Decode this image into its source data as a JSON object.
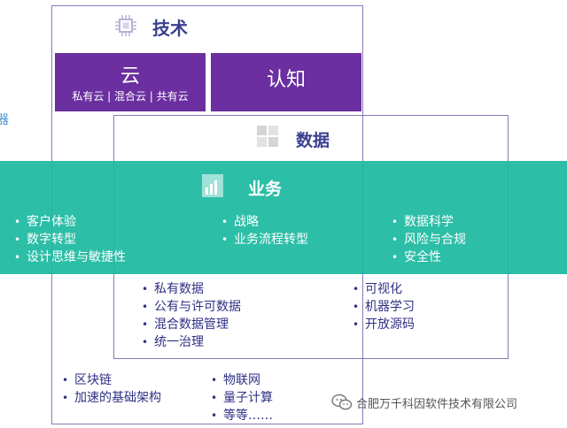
{
  "technology": {
    "title": "技术"
  },
  "cloud": {
    "title": "云",
    "subtitle": "私有云 | 混合云 | 共有云"
  },
  "cognition": {
    "title": "认知"
  },
  "data": {
    "title": "数据"
  },
  "business": {
    "title": "业务",
    "col1": [
      "客户体验",
      "数字转型",
      "设计思维与敏捷性"
    ],
    "col2": [
      "战略",
      "业务流程转型"
    ],
    "col3": [
      "数据科学",
      "风险与合规",
      "安全性"
    ]
  },
  "data_items": {
    "col1": [
      "私有数据",
      "公有与许可数据",
      "混合数据管理",
      "统一治理"
    ],
    "col2": [
      "可视化",
      "机器学习",
      "开放源码"
    ]
  },
  "tech_items": {
    "col1": [
      "区块链",
      "加速的基础架构"
    ],
    "col2": [
      "物联网",
      "量子计算",
      "等等……"
    ]
  },
  "edge_text": "器",
  "footer": {
    "text": "合肥万千科因软件技术有限公司"
  },
  "colors": {
    "purple": "#6b2fa0",
    "teal": "#1cb9a0",
    "outline": "#8b78b8",
    "navy": "#2f2f86"
  }
}
